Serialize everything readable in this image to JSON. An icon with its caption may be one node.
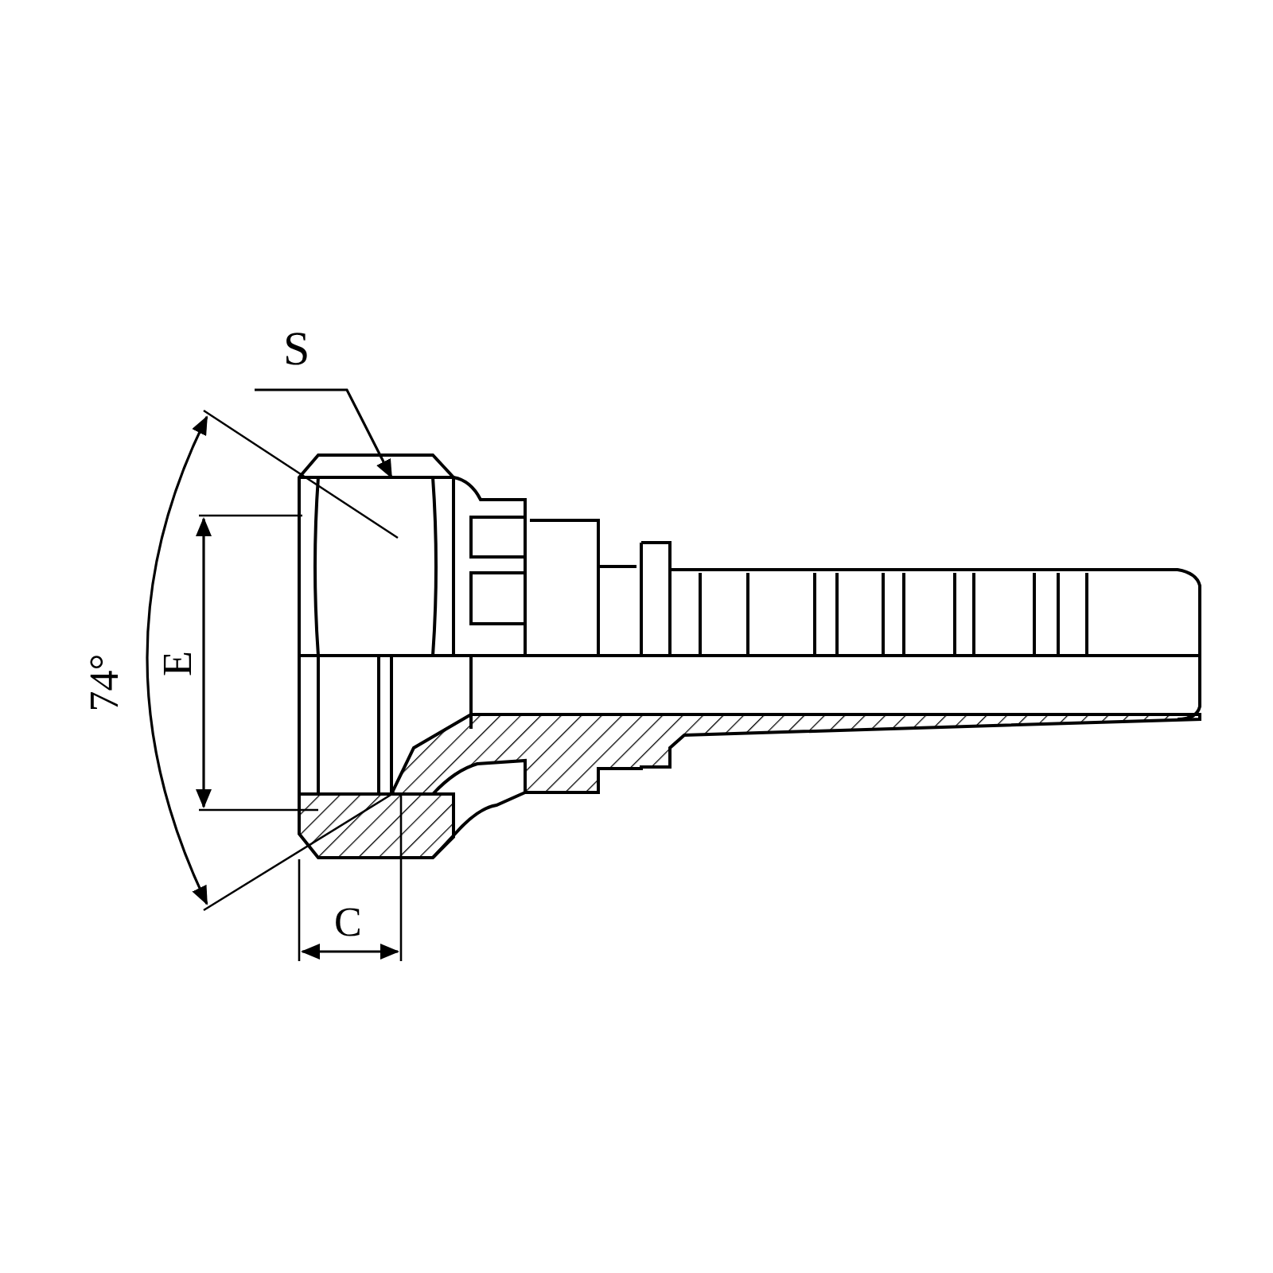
{
  "diagram": {
    "nodes": [
      {
        "text": [
          "S"
        ]
      },
      {
        "text": [],
        "shape": "picture"
      }
    ],
    "edges": [
      {
        "from": 0,
        "to": 1,
        "arrow": "to"
      }
    ],
    "labels": [
      "74°",
      "E",
      "C"
    ]
  }
}
